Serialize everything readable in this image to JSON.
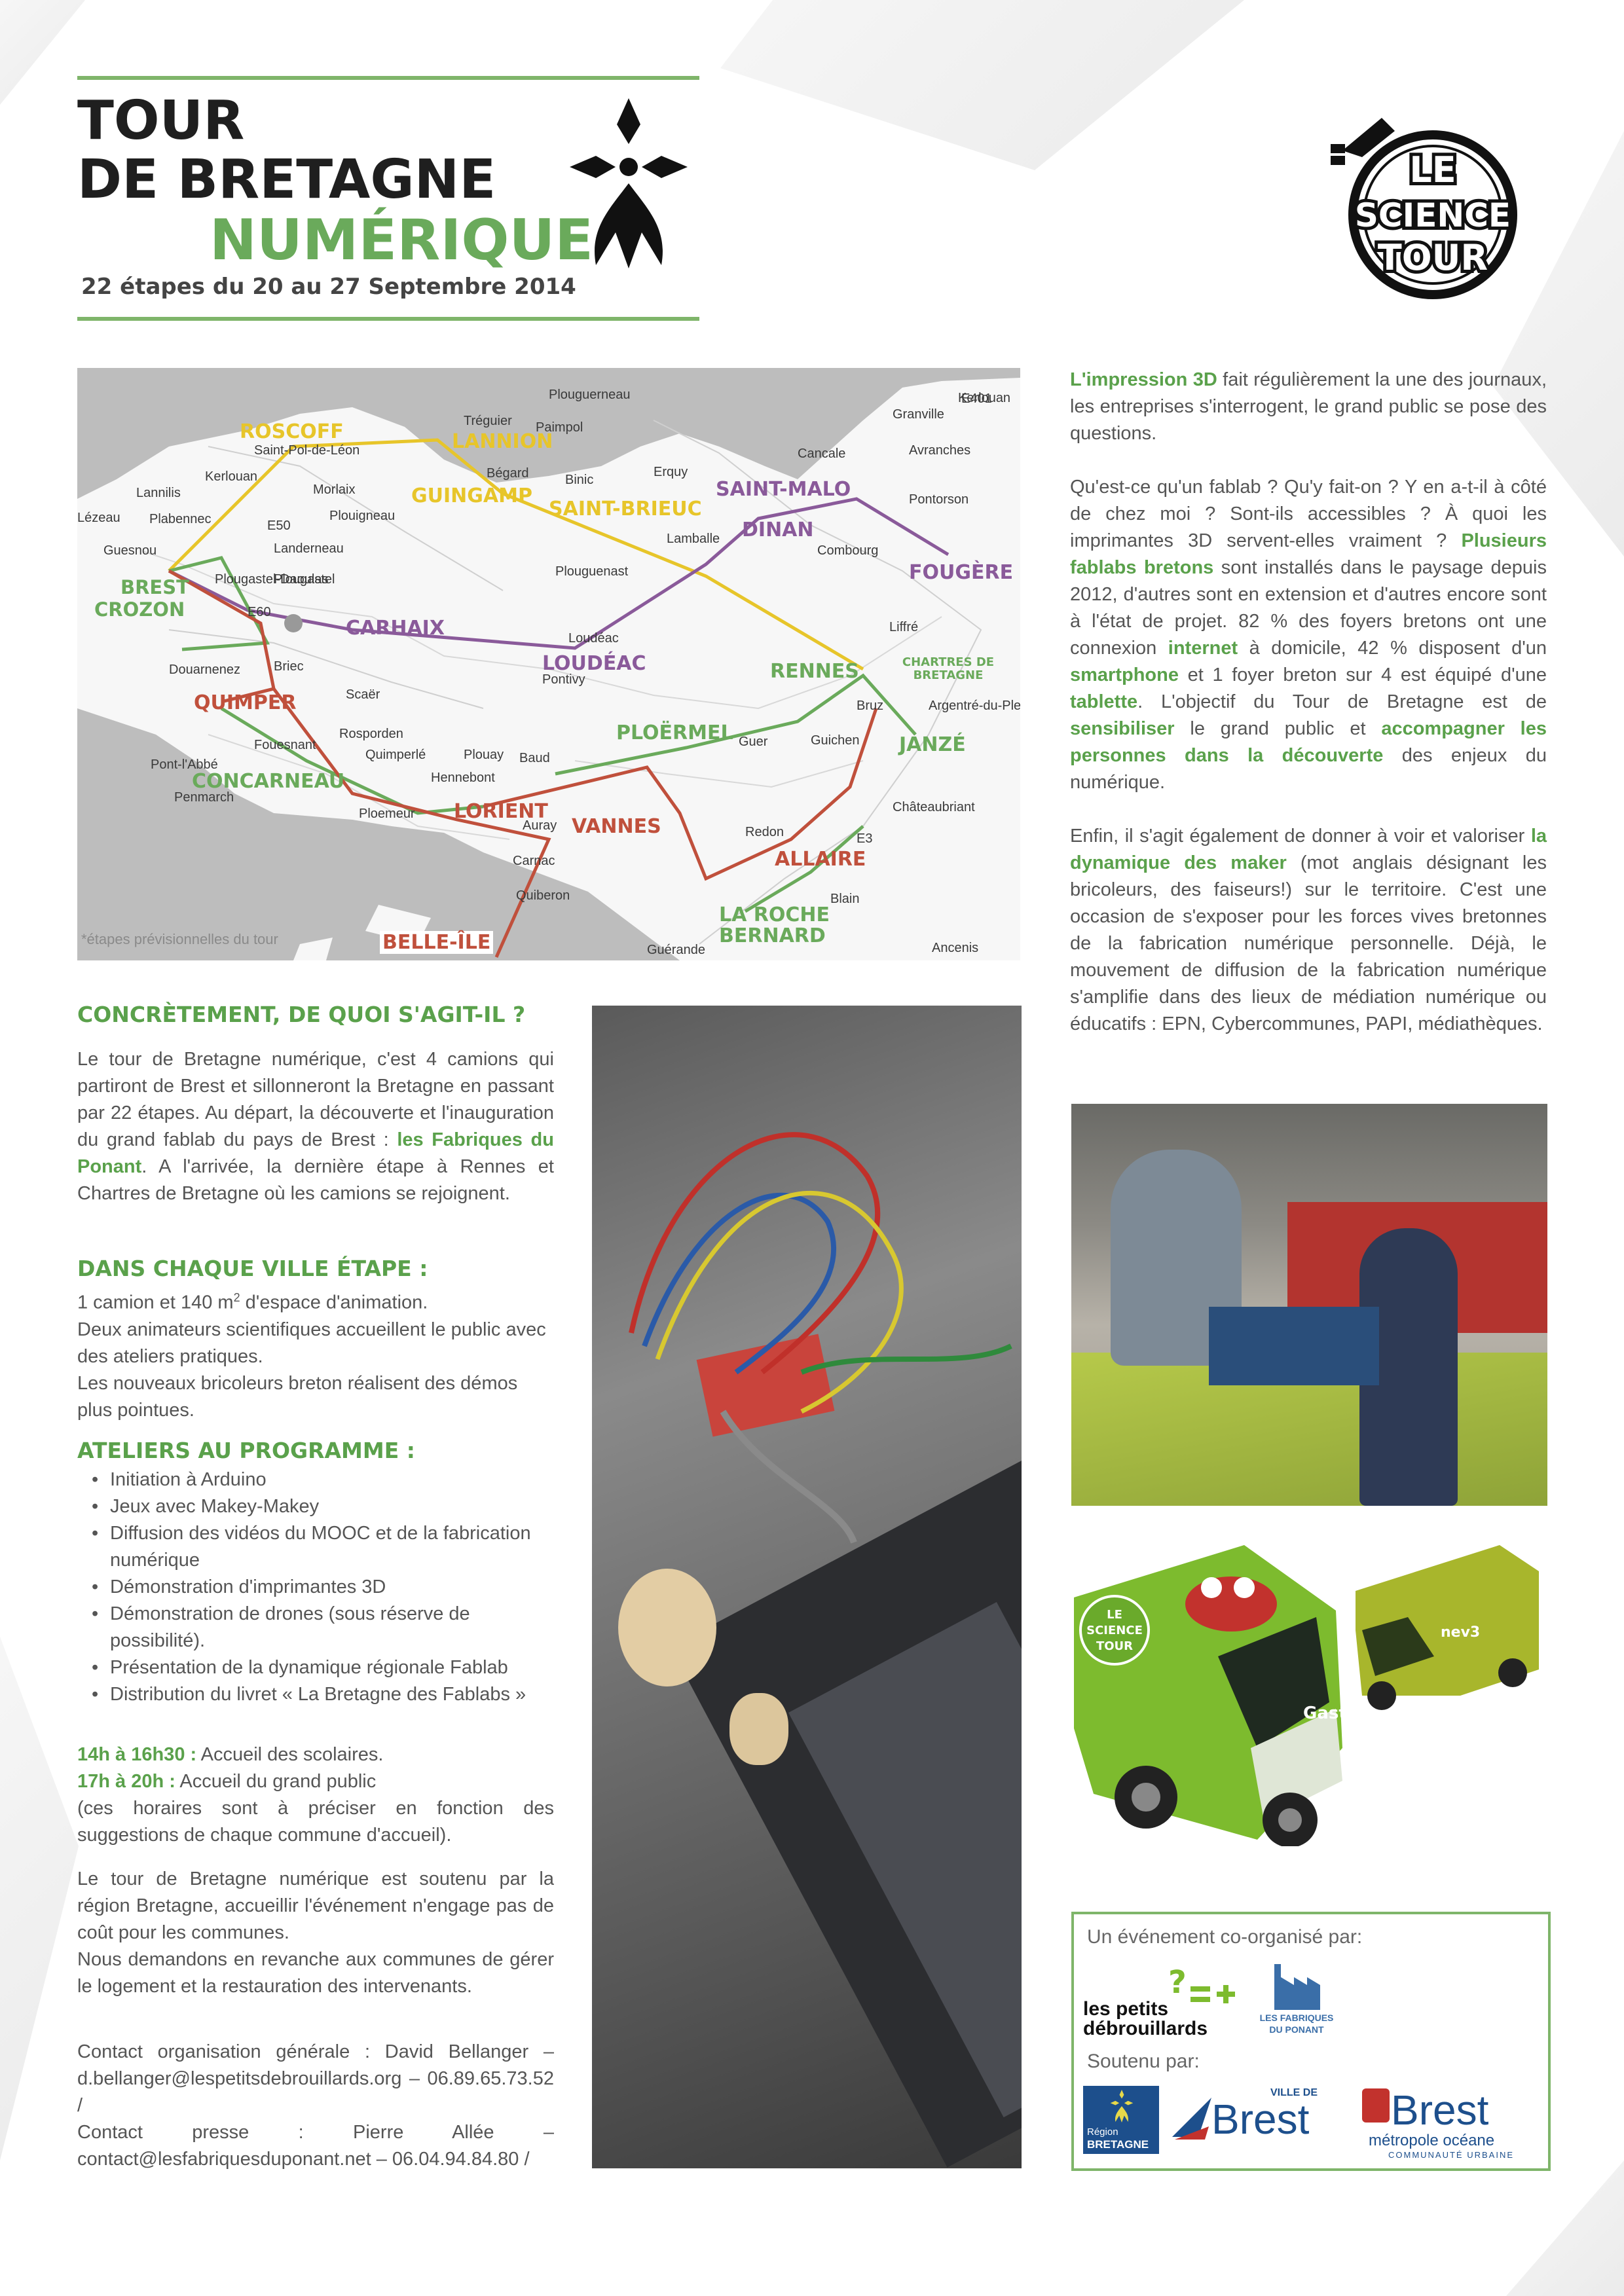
{
  "header": {
    "title_line1": "TOUR",
    "title_line2": "DE BRETAGNE",
    "title_line3": "NUMÉRIQUE",
    "subtitle": "22 étapes du 20 au 27 Septembre 2014"
  },
  "logo": {
    "line1": "LE",
    "line2": "SCIENCE",
    "line3": "TOUR"
  },
  "map": {
    "note": "*étapes prévisionnelles du tour",
    "places": [
      "Plouguerneau",
      "Tréguier",
      "Paimpol",
      "Granville",
      "Saint-Pol-de-Léon",
      "Kerlouan",
      "Binic",
      "Erquy",
      "Cancale",
      "Avranches",
      "Lannilis",
      "Bégard",
      "Pontorson",
      "Morlaix",
      "Plabennec",
      "Lézeau",
      "Plouigneau",
      "Guesnou",
      "Landerneau",
      "Lamballe",
      "Combourg",
      "Plougastel-Daoulas",
      "Plouguenast",
      "Loudéac",
      "Pontivy",
      "Liffré",
      "Douarnenez",
      "Briec",
      "Scaër",
      "Bruz",
      "Argentré-du-Plessis",
      "Rosporden",
      "Guer",
      "Quimperlé",
      "Plouay",
      "Baud",
      "Guichen",
      "Pont-l'Abbé",
      "Penmarch",
      "Fouesnant",
      "Hennebont",
      "Ploemeur",
      "Auray",
      "Carnac",
      "Quiberon",
      "Redon",
      "Blain",
      "Guérande",
      "Ancenis",
      "Châteaubriant",
      "Plougastel",
      "Kerlouan",
      "E401",
      "E50",
      "E60",
      "E3"
    ],
    "stops": [
      {
        "name": "ROSCOFF",
        "color": "#e7c52a"
      },
      {
        "name": "LANNION",
        "color": "#e7c52a"
      },
      {
        "name": "GUINGAMP",
        "color": "#e7c52a"
      },
      {
        "name": "SAINT-BRIEUC",
        "color": "#e7c52a"
      },
      {
        "name": "SAINT-MALO",
        "color": "#8a5a9a"
      },
      {
        "name": "DINAN",
        "color": "#8a5a9a"
      },
      {
        "name": "FOUGÈRE",
        "color": "#8a5a9a"
      },
      {
        "name": "BREST",
        "color": "#6aaa5b"
      },
      {
        "name": "CROZON",
        "color": "#6aaa5b"
      },
      {
        "name": "CARHAIX",
        "color": "#8a5a9a"
      },
      {
        "name": "LOUDÉAC",
        "color": "#8a5a9a"
      },
      {
        "name": "RENNES",
        "color": "#6aaa5b"
      },
      {
        "name": "CHARTRES DE BRETAGNE",
        "color": "#6aaa5b"
      },
      {
        "name": "QUIMPER",
        "color": "#c0503c"
      },
      {
        "name": "JANZÉ",
        "color": "#6aaa5b"
      },
      {
        "name": "PLOËRMEL",
        "color": "#6aaa5b"
      },
      {
        "name": "CONCARNEAU",
        "color": "#6aaa5b"
      },
      {
        "name": "LORIENT",
        "color": "#c0503c"
      },
      {
        "name": "VANNES",
        "color": "#c0503c"
      },
      {
        "name": "ALLAIRE",
        "color": "#c0503c"
      },
      {
        "name": "LA ROCHE BERNARD",
        "color": "#6aaa5b"
      },
      {
        "name": "BELLE-ÎLE",
        "color": "#c0503c"
      }
    ]
  },
  "right_col": {
    "p1_hl": "L'impression 3D",
    "p1_rest": " fait régulièrement la une des journaux, les entreprises s'interrogent, le grand public se pose des questions.",
    "p2_a": "Qu'est-ce qu'un fablab ? Qu'y fait-on ? Y en a-t-il à côté de chez moi ? Sont-ils accessibles ? À quoi les imprimantes 3D servent-elles vraiment ? ",
    "p2_hl1": "Plusieurs fablabs bretons",
    "p2_b": " sont installés dans le paysage depuis 2012, d'autres sont en extension et d'autres encore sont à l'état de projet. 82 % des foyers bretons ont une connexion ",
    "p2_hl2": "internet",
    "p2_c": " à domicile, 42 % disposent d'un ",
    "p2_hl3": "smartphone",
    "p2_d": " et 1 foyer breton sur 4 est équipé d'une ",
    "p2_hl4": "tablette",
    "p2_e": ". L'objectif du Tour de Bretagne est de ",
    "p2_hl5": "sensibiliser",
    "p2_f": " le grand public et ",
    "p2_hl6": "accompagner les personnes dans la découverte",
    "p2_g": " des enjeux du numérique.",
    "p3_a": "Enfin, il s'agit également de donner à voir et valoriser ",
    "p3_hl": "la dynamique des maker",
    "p3_b": " (mot anglais désignant les bricoleurs, des faiseurs!)  sur le territoire. C'est une occasion de s'exposer pour les forces vives bretonnes de la fabrication numérique personnelle. Déjà, le mouvement de diffusion de la fabrication numérique s'amplifie dans des lieux de médiation numérique ou éducatifs : EPN, Cybercommunes, PAPI, médiathèques."
  },
  "left_col": {
    "h1": "CONCRÈTEMENT, DE QUOI S'AGIT-IL ?",
    "p1_a": "Le tour de Bretagne numérique, c'est 4 camions qui partiront de Brest et sillonneront la Bretagne en passant par 22 étapes. Au départ, la découverte et l'inauguration du grand fablab du pays de Brest : ",
    "p1_hl": "les Fabriques du Ponant",
    "p1_b": ". A l'arrivée, la dernière étape à Rennes et Chartres de Bretagne où les camions se rejoignent.",
    "h2": "DANS CHAQUE VILLE ÉTAPE :",
    "p2_l1a": "1 camion et 140 m",
    "p2_l1sup": "2",
    "p2_l1b": " d'espace d'animation.",
    "p2_l2": "Deux animateurs scientifiques accueillent le public avec des ateliers pratiques.",
    "p2_l3": "Les nouveaux bricoleurs breton réalisent des démos plus pointues.",
    "h3": "ATELIERS AU PROGRAMME :",
    "ateliers": [
      "Initiation à Arduino",
      "Jeux avec Makey-Makey",
      "Diffusion des vidéos du MOOC et de la fabrication numérique",
      "Démonstration d'imprimantes 3D",
      "Démonstration de drones (sous réserve de possibilité).",
      "Présentation de la dynamique régionale Fablab",
      "Distribution du livret « La Bretagne des Fablabs »"
    ],
    "sched1_time": "14h à 16h30 :",
    "sched1_txt": " Accueil des scolaires.",
    "sched2_time": "17h à 20h :",
    "sched2_txt": " Accueil du grand public",
    "sched_note": "(ces horaires sont à préciser en fonction des suggestions de chaque commune d'accueil).",
    "p4": "Le tour de Bretagne numérique est soutenu par la région Bretagne, accueillir l'événement n'engage pas de coût pour les communes.",
    "p5": "Nous demandons en revanche aux communes de gérer le logement et la restauration des intervenants.",
    "contact1": "Contact organisation générale : David Bellanger – d.bellanger@lespetitsdebrouillards.org – 06.89.65.73.52 /",
    "contact2": "Contact presse : Pierre Allée – contact@lesfabriquesduponant.net – 06.04.94.84.80 /"
  },
  "trucks": {
    "plate": "Gaston",
    "side1": "LE",
    "side2": "SCIENCE",
    "side3": "TOUR",
    "truck2": "nev3"
  },
  "sponsors": {
    "coorg_label": "Un événement co-organisé par:",
    "pd_line1": "les petits",
    "pd_line2": "débrouillards",
    "fp_line1": "LES FABRIQUES",
    "fp_line2": "DU PONANT",
    "soutenu_label": "Soutenu par:",
    "region_line1": "Région",
    "region_line2": "BRETAGNE",
    "vb_small": "VILLE DE",
    "vb_big": "Brest",
    "bmo_big": "Brest",
    "bmo_line1": "métropole océane",
    "bmo_line2": "COMMUNAUTÉ URBAINE"
  }
}
